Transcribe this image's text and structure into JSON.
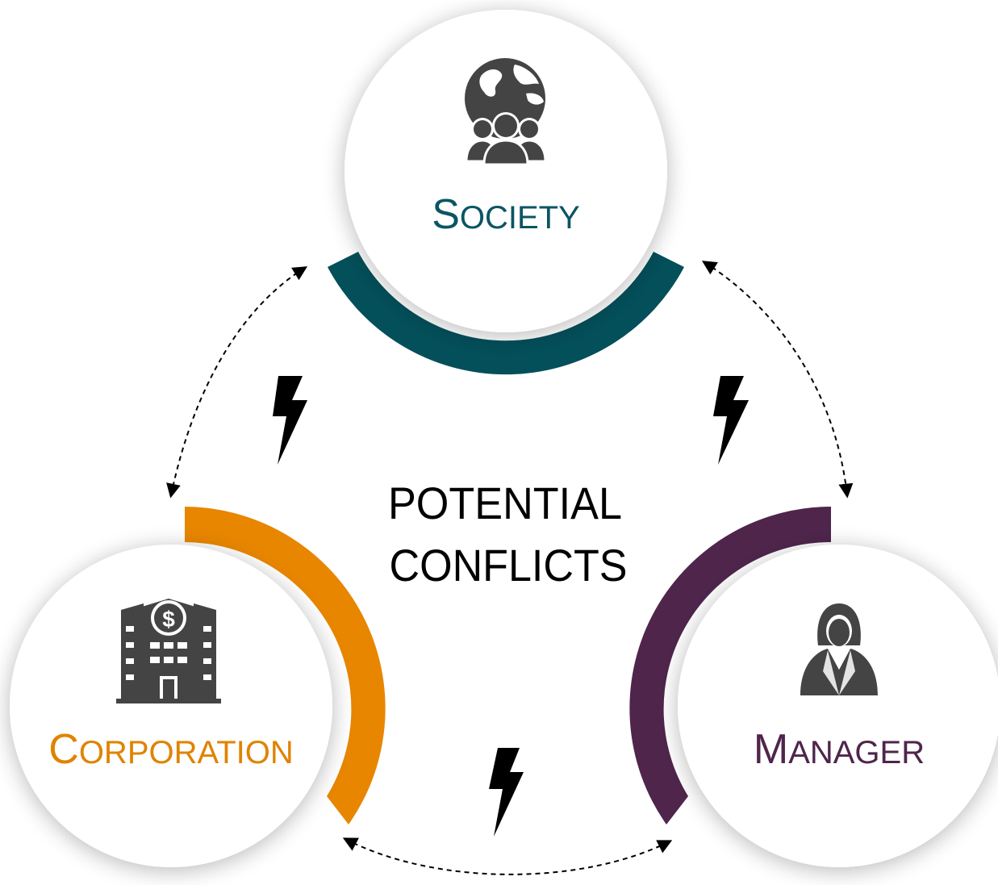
{
  "center": {
    "line1": "POTENTIAL",
    "line2": "CONFLICTS"
  },
  "nodes": {
    "society": {
      "initial": "S",
      "rest": "OCIETY",
      "icon": "globe-people-icon",
      "color": "#0b5563",
      "arc_color": "#034f5a"
    },
    "corporation": {
      "initial": "C",
      "rest": "ORPORATION",
      "icon": "bank-building-dollar-icon",
      "color": "#e08300",
      "arc_color": "#e88600"
    },
    "manager": {
      "initial": "M",
      "rest": "ANAGER",
      "icon": "businesswoman-icon",
      "color": "#4f254c",
      "arc_color": "#4f254c"
    }
  },
  "icons": {
    "connector": "dashed-double-arrow",
    "conflict": "lightning-bolt-icon"
  },
  "colors": {
    "icon_gray": "#444444",
    "text": "#000000"
  }
}
